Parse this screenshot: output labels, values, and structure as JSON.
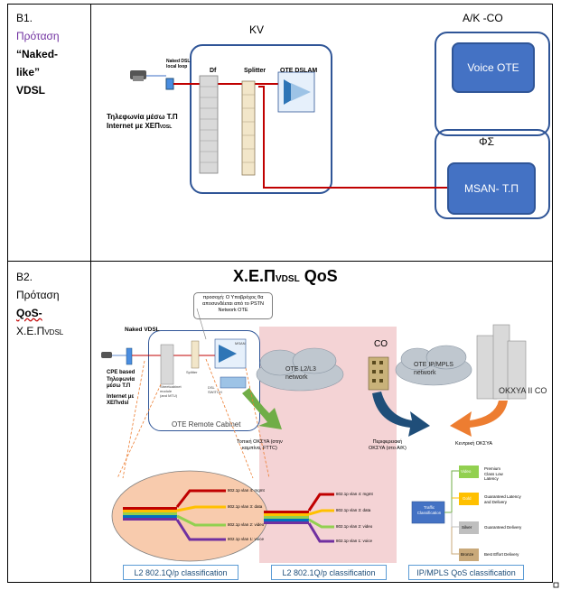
{
  "b1": {
    "number": "B1.",
    "title": "Πρόταση",
    "name_line1": "“Naked-",
    "name_line2": "like”",
    "name_line3": "VDSL",
    "kv": "KV",
    "ak_co": "Α/Κ -CO",
    "voice_ote": "Voice OTE",
    "phi_sigma": "ΦΣ",
    "msan": "MSAN- Τ.Π",
    "naked_dsl": "Naked DSL\nlocal loop",
    "df": "Df",
    "splitter": "Splitter",
    "ote_dslam": "OTE DSLAM",
    "telephony_line1": "Τηλεφωνία μέσω Τ.Π",
    "telephony_line2": "Internet με  ΧΕΠ",
    "telephony_sub": "VDSL"
  },
  "b2": {
    "number": "B2.",
    "title": "Πρόταση",
    "qos": "QoS-",
    "xep": "Χ.Ε.Π",
    "xep_sub": "VDSL",
    "heading": "Χ.Ε.Π",
    "heading_sub": "VDSL",
    "heading_tail": " QoS",
    "note": "προσοχή: Ο Υποβρόχος θα αποσυνδέεται από το PSTN Network OTE",
    "naked_vdsl": "Naked VDSL",
    "cpe_line1": "CPE based",
    "cpe_line2": "Τηλεφωνία",
    "cpe_line3": "μέσω Τ.Π",
    "cpe_line4": "Internet με",
    "cpe_line5": "ΧΕΠvdsl",
    "cabinet_label": "OTE Remote Cabinet",
    "cabinet_small1": "Streetcabinet\nmodule\n(and MTU)",
    "cabinet_small2": "Splitter",
    "cabinet_small3": "DSL\nSWITCH",
    "cabinet_small4": "MSAN",
    "l2l3": "OTE L2/L3\nnetwork",
    "co": "CO",
    "ipmpls": "OTE IP/MPLS\nnetwork",
    "okxya": "ΟΚΧΥΑ II CO",
    "local": "Τοπική ΟΚΣΥΑ (στην\nκαμπίνα, FTTC)",
    "peripheral": "Περιφερειακή\nΟΚΣΥΑ (στο Α/Κ)",
    "central": "Κεντρική ΟΚΣΥΑ",
    "vlans": [
      "802.1p vlan 4: mgmt",
      "802.1p vlan 3: data",
      "802.1p vlan 2: video",
      "802.1p vlan 1: voice"
    ],
    "traffic_class": "Traffic\nClassification",
    "classes": [
      {
        "name": "Video",
        "desc": "Premium\nClass Low\nLatency",
        "color": "#92d050"
      },
      {
        "name": "Gold",
        "desc": "Guaranteed Latency\nand Delivery",
        "color": "#ffc000"
      },
      {
        "name": "Silver",
        "desc": "Guaranteed Delivery",
        "color": "#bfbfbf"
      },
      {
        "name": "Bronze",
        "desc": "Best Effort Delivery",
        "color": "#c9a97a"
      }
    ],
    "footer1": "L2 802.1Q/p classification",
    "footer2": "L2 802.1Q/p classification",
    "footer3": "IP/MPLS QoS classification"
  }
}
